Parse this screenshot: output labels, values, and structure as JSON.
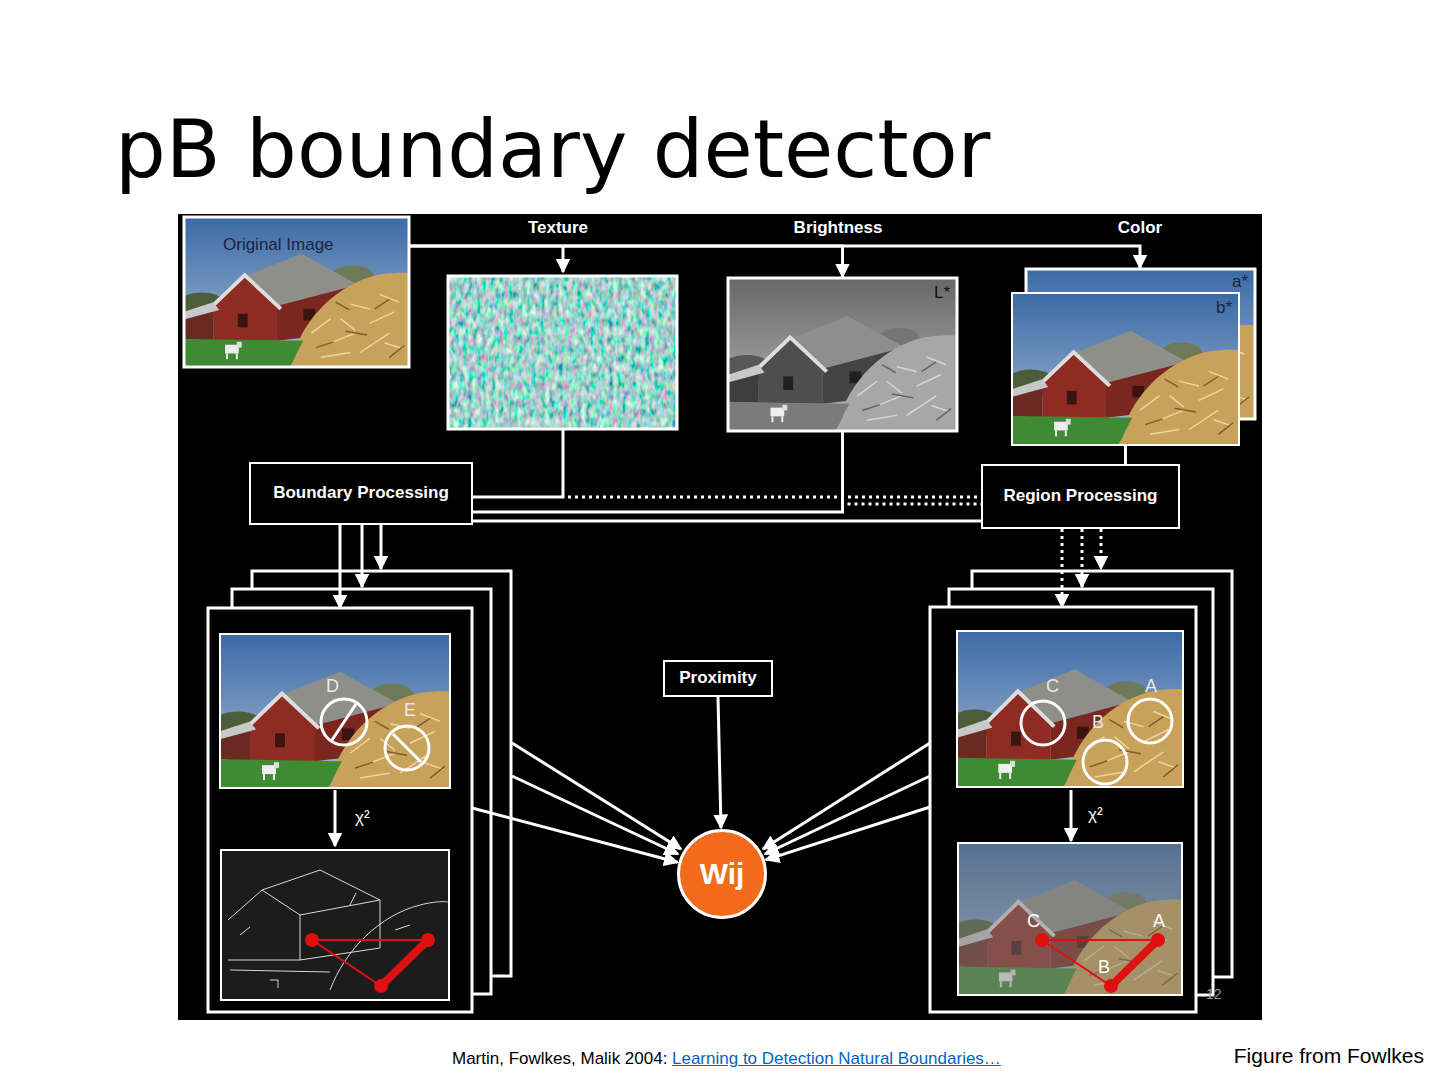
{
  "diagram": {
    "title": "pB boundary detector",
    "nodes": [
      {
        "text": [
          "Original Image"
        ]
      },
      {
        "text": [
          "L*"
        ]
      },
      {
        "text": [
          "a*"
        ]
      },
      {
        "text": [
          "b*"
        ]
      },
      {
        "text": [
          "Boundary Processing"
        ]
      },
      {
        "text": [
          "Region Processing"
        ]
      },
      {
        "text": [
          "D",
          "E",
          "χ²"
        ]
      },
      {
        "text": [
          "Proximity"
        ]
      },
      {
        "text": [
          "C",
          "A",
          "B",
          "χ²",
          "C",
          "A",
          "B"
        ]
      },
      {
        "text": [
          "Wij"
        ]
      }
    ],
    "edges": [
      {
        "from": 0,
        "to": 1,
        "label": "Brightness",
        "arrow": "to"
      },
      {
        "from": 0,
        "to": 2,
        "label": "Color",
        "arrow": "to"
      },
      {
        "from": 1,
        "to": 4,
        "arrow": "none"
      },
      {
        "from": 1,
        "to": 5,
        "arrow": "none"
      },
      {
        "from": 3,
        "to": 5,
        "arrow": "none"
      },
      {
        "from": 5,
        "to": 4,
        "arrow": "none"
      },
      {
        "from": 4,
        "to": 6,
        "arrow": "to"
      },
      {
        "from": 5,
        "to": 8,
        "arrow": "to"
      },
      {
        "from": 6,
        "to": 9,
        "arrow": "to"
      },
      {
        "from": 8,
        "to": 9,
        "arrow": "to"
      },
      {
        "from": 7,
        "to": 9,
        "arrow": "to"
      }
    ],
    "labels": [
      "Texture",
      "12",
      "Martin, Fowlkes, Malik 2004:",
      "Learning to Detection Natural Boundaries…",
      "Figure from Fowlkes"
    ]
  }
}
